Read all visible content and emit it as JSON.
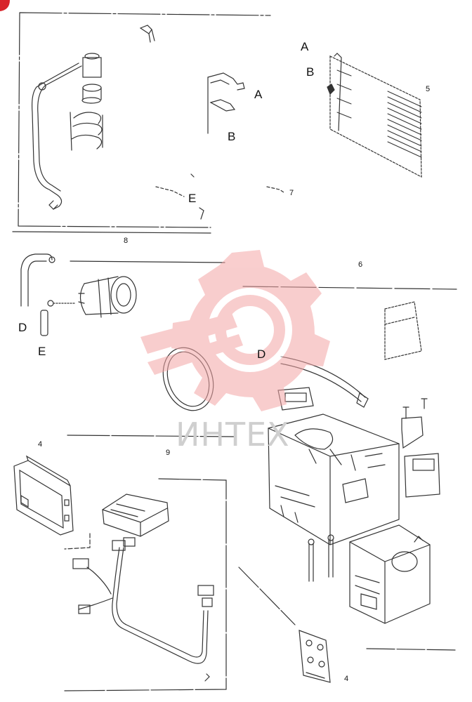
{
  "labels": {
    "a_top_right": "A",
    "b_top_right": "B",
    "a_mid": "A",
    "b_mid": "B",
    "e_mid": "E",
    "num_7": "7",
    "num_5": "5",
    "num_8": "8",
    "num_6": "6",
    "d_left": "D",
    "e_left": "E",
    "d_right": "D",
    "num_4_left": "4",
    "num_9": "9",
    "num_4_bottom": "4"
  },
  "watermark": {
    "text": "ИНТЕХ",
    "color": "#f4a6a6"
  },
  "colors": {
    "ink": "#222222",
    "corner_badge": "#d8232a"
  }
}
